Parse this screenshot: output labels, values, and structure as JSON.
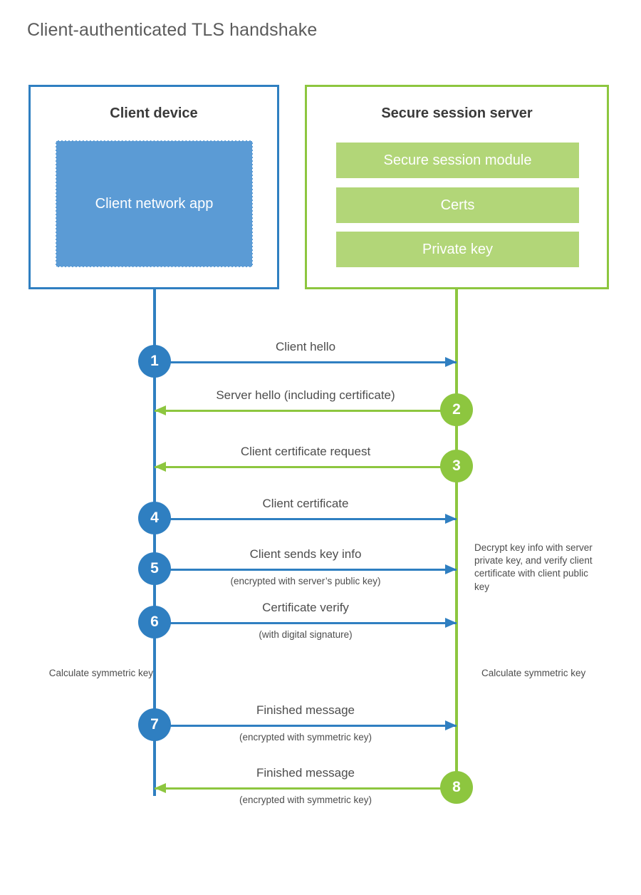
{
  "title": "Client-authenticated TLS handshake",
  "colors": {
    "client_blue": "#2f7fc1",
    "client_app_blue": "#5b9bd5",
    "server_green": "#8dc63f",
    "server_bar_green": "#b2d678",
    "text_gray": "#4d4d4d"
  },
  "actors": {
    "client": {
      "title": "Client device",
      "app_label": "Client network app"
    },
    "server": {
      "title": "Secure session server",
      "components": [
        "Secure session module",
        "Certs",
        "Private key"
      ]
    }
  },
  "notes": {
    "decrypt": "Decrypt key info with server private key, and verify client certificate with client public key",
    "calc_client": "Calculate symmetric key",
    "calc_server": "Calculate symmetric key"
  },
  "chart_data": {
    "type": "sequence-diagram",
    "title": "Client-authenticated TLS handshake",
    "participants": [
      "Client device",
      "Secure session server"
    ],
    "steps": [
      {
        "number": "1",
        "label": "Client hello",
        "sublabel": "",
        "direction": "client-to-server",
        "color": "#2f7fc1"
      },
      {
        "number": "2",
        "label": "Server hello (including certificate)",
        "sublabel": "",
        "direction": "server-to-client",
        "color": "#8dc63f"
      },
      {
        "number": "3",
        "label": "Client certificate request",
        "sublabel": "",
        "direction": "server-to-client",
        "color": "#8dc63f"
      },
      {
        "number": "4",
        "label": "Client certificate",
        "sublabel": "",
        "direction": "client-to-server",
        "color": "#2f7fc1"
      },
      {
        "number": "5",
        "label": "Client sends key info",
        "sublabel": "(encrypted with server’s public key)",
        "direction": "client-to-server",
        "color": "#2f7fc1"
      },
      {
        "number": "6",
        "label": "Certificate verify",
        "sublabel": "(with digital signature)",
        "direction": "client-to-server",
        "color": "#2f7fc1"
      },
      {
        "number": "7",
        "label": "Finished message",
        "sublabel": "(encrypted with symmetric key)",
        "direction": "client-to-server",
        "color": "#2f7fc1"
      },
      {
        "number": "8",
        "label": "Finished message",
        "sublabel": "(encrypted with symmetric key)",
        "direction": "server-to-client",
        "color": "#8dc63f"
      }
    ]
  }
}
